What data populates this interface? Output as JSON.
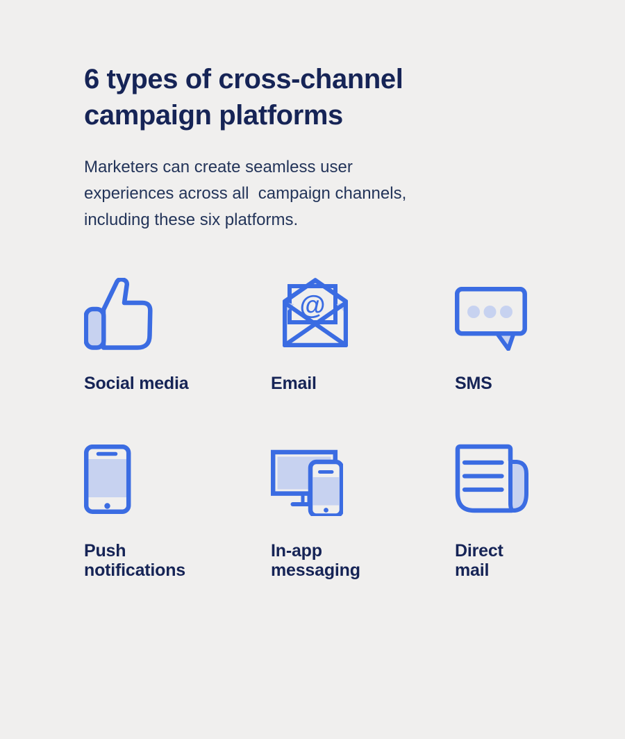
{
  "colors": {
    "background": "#f0efee",
    "accent_blue": "#3b6ce2",
    "icon_light_fill": "#c7d2f0",
    "heading_navy": "#162456",
    "body_navy": "#233459"
  },
  "header": {
    "title_lines": [
      "6 types of cross-channel",
      "campaign platforms"
    ],
    "subtitle_lines": [
      "Marketers can create seamless user",
      "experiences across all  campaign channels,",
      "including these six platforms."
    ]
  },
  "platforms": [
    {
      "id": "social-media",
      "icon": "thumbs-up-icon",
      "label_lines": [
        "Social media"
      ]
    },
    {
      "id": "email",
      "icon": "email-envelope-icon",
      "label_lines": [
        "Email"
      ]
    },
    {
      "id": "sms",
      "icon": "sms-chat-bubble-icon",
      "label_lines": [
        "SMS"
      ]
    },
    {
      "id": "push-notifications",
      "icon": "smartphone-icon",
      "label_lines": [
        "Push",
        "notifications"
      ]
    },
    {
      "id": "in-app-messaging",
      "icon": "desktop-and-phone-icon",
      "label_lines": [
        "In-app",
        "messaging"
      ]
    },
    {
      "id": "direct-mail",
      "icon": "folded-document-icon",
      "label_lines": [
        "Direct",
        "mail"
      ]
    }
  ]
}
